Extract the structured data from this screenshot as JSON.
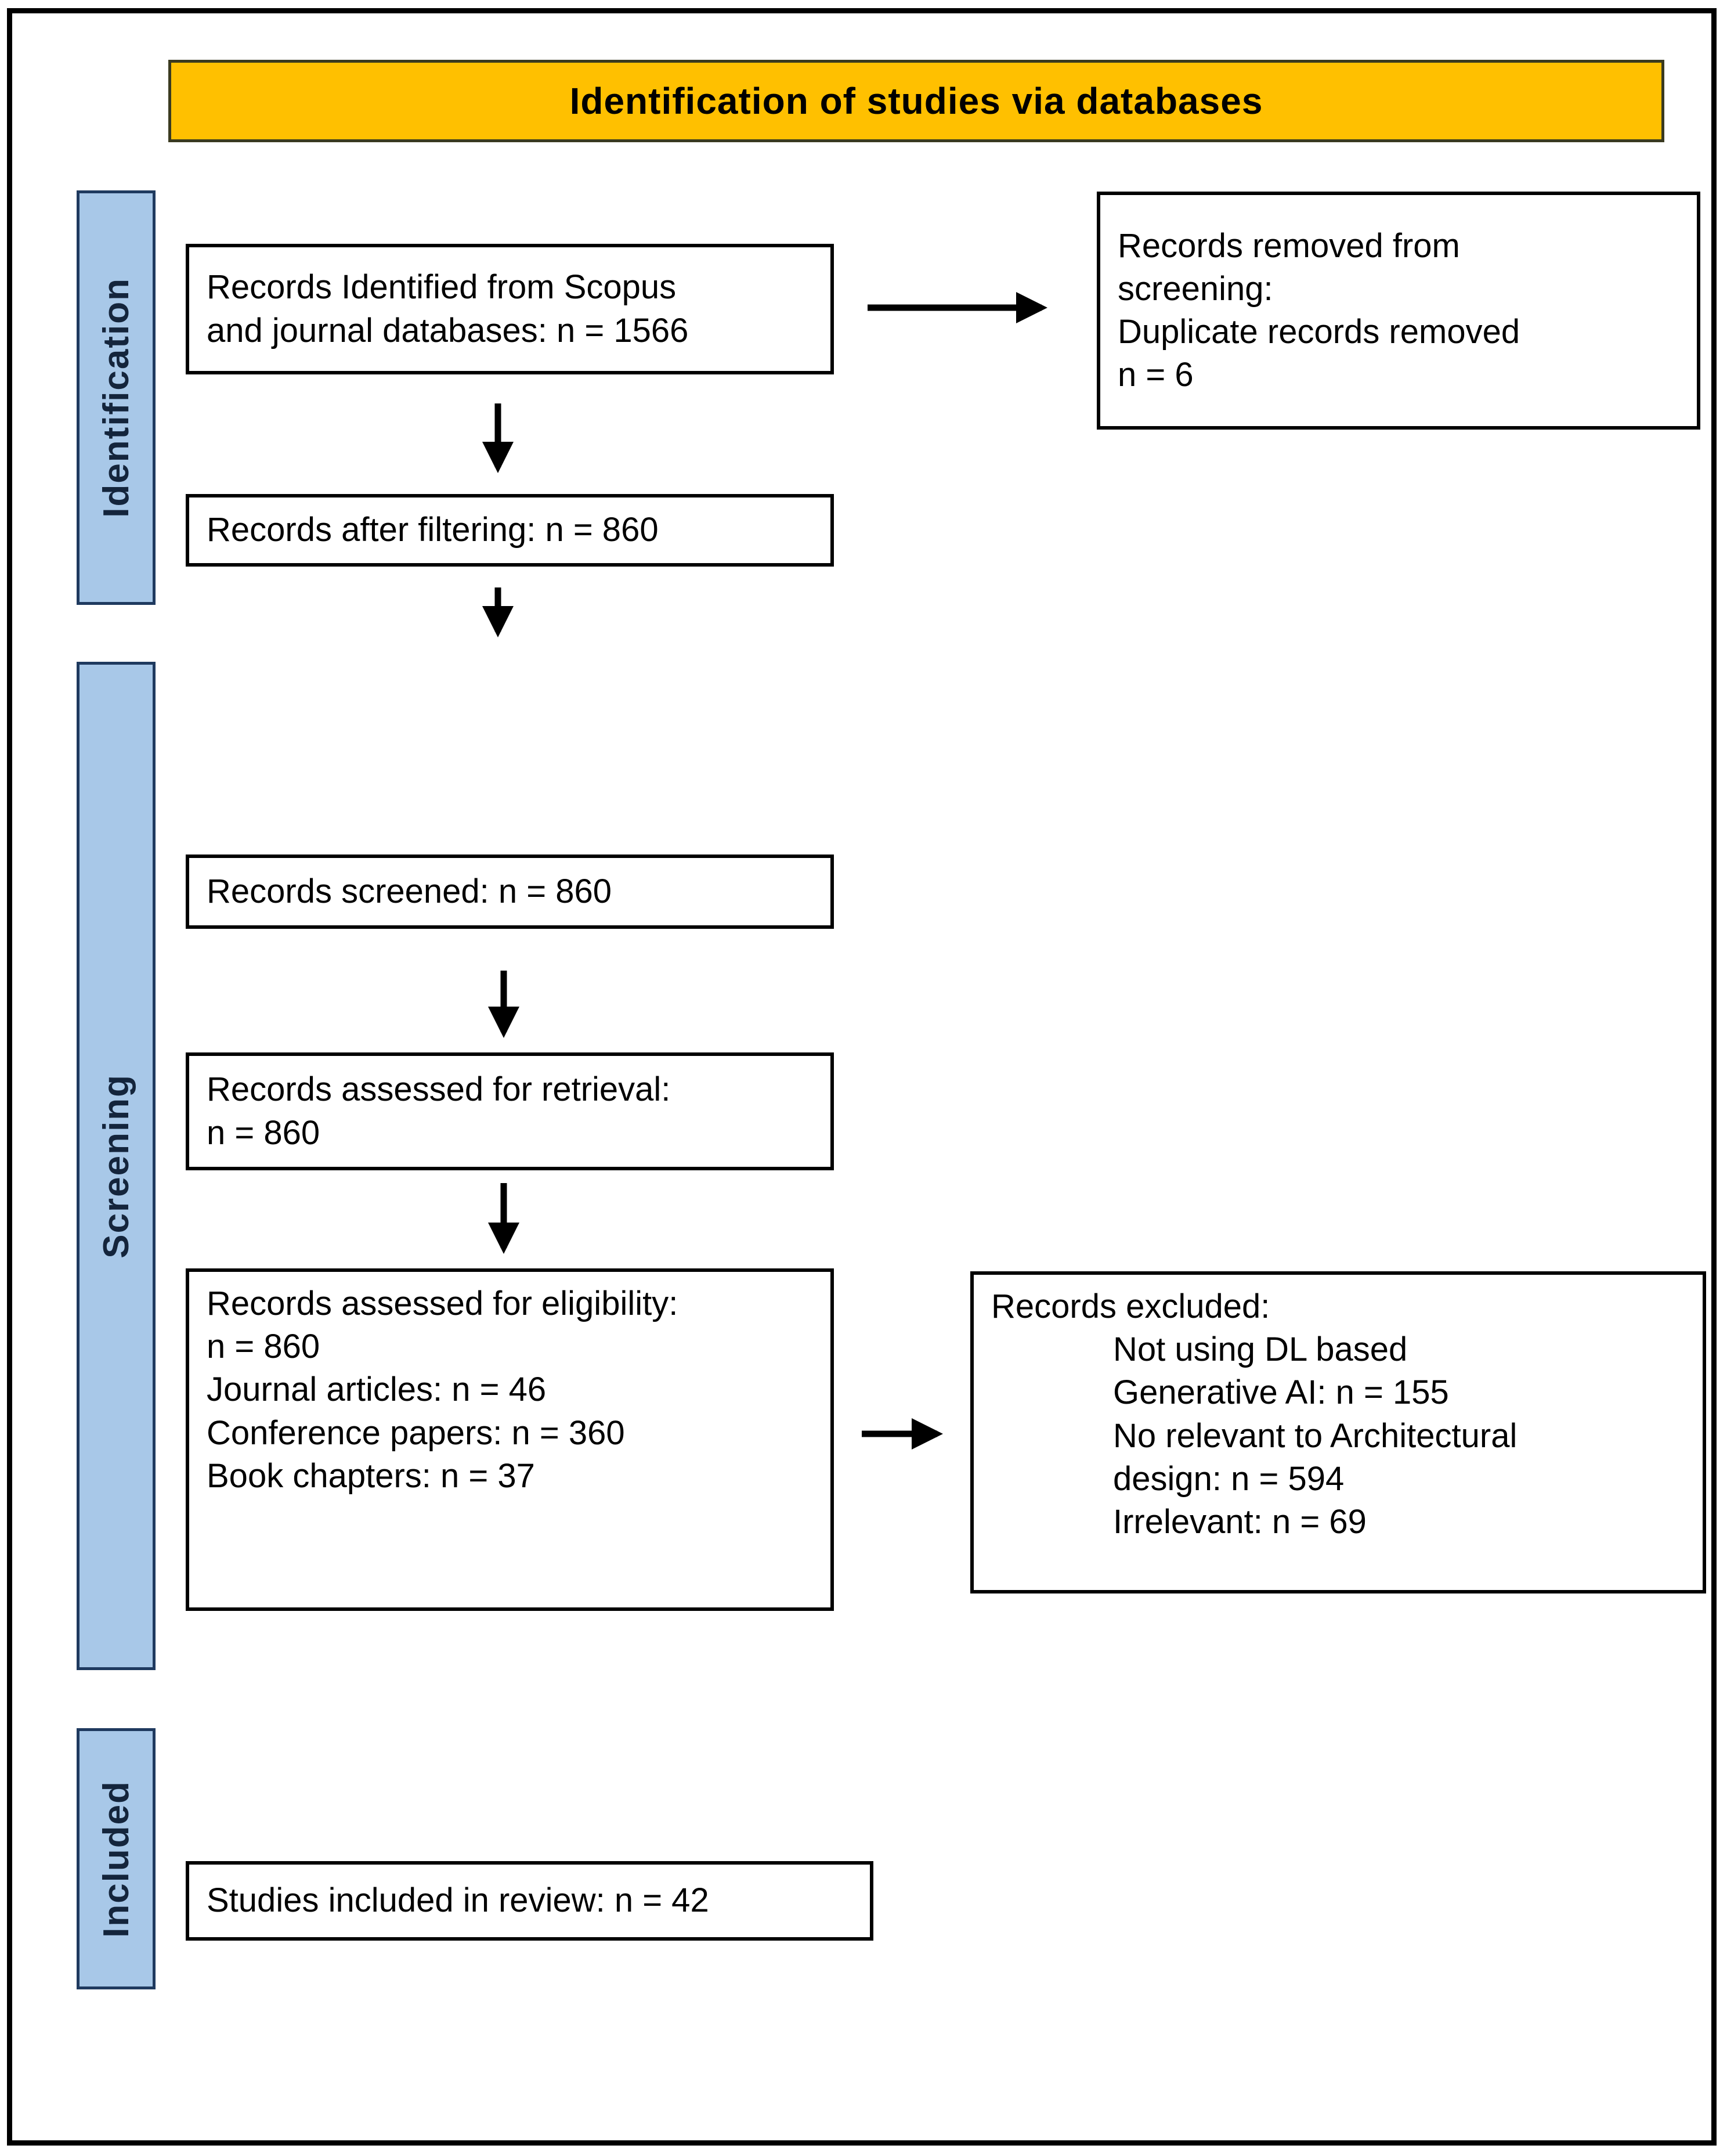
{
  "colors": {
    "header-bg": "#FFC000",
    "header-border": "#3A3A20",
    "stage-fill": "#A8C8E8",
    "stage-border": "#1F3A5F",
    "box-border": "#000000",
    "arrow": "#000000",
    "frame": "#000000"
  },
  "header": {
    "title": "Identification of studies via databases"
  },
  "stages": {
    "identification": "Identification",
    "screening": "Screening",
    "included": "Included"
  },
  "flow": {
    "identified": "Records Identified from Scopus\nand journal databases: n = 1566",
    "removed": "Records removed from\nscreening:\nDuplicate records removed\nn = 6",
    "filtered": "Records after filtering: n = 860",
    "screened": "Records screened: n = 860",
    "retrieval": "Records assessed for retrieval:\nn = 860",
    "eligibility": "Records assessed for eligibility:\nn = 860\nJournal articles: n = 46\nConference papers: n = 360\nBook chapters: n = 37",
    "excluded_header": "Records excluded:",
    "excluded_details": "Not using DL based\nGenerative AI: n = 155\nNo relevant to Architectural\ndesign: n = 594\nIrrelevant: n = 69",
    "included": "Studies included in review: n = 42"
  }
}
